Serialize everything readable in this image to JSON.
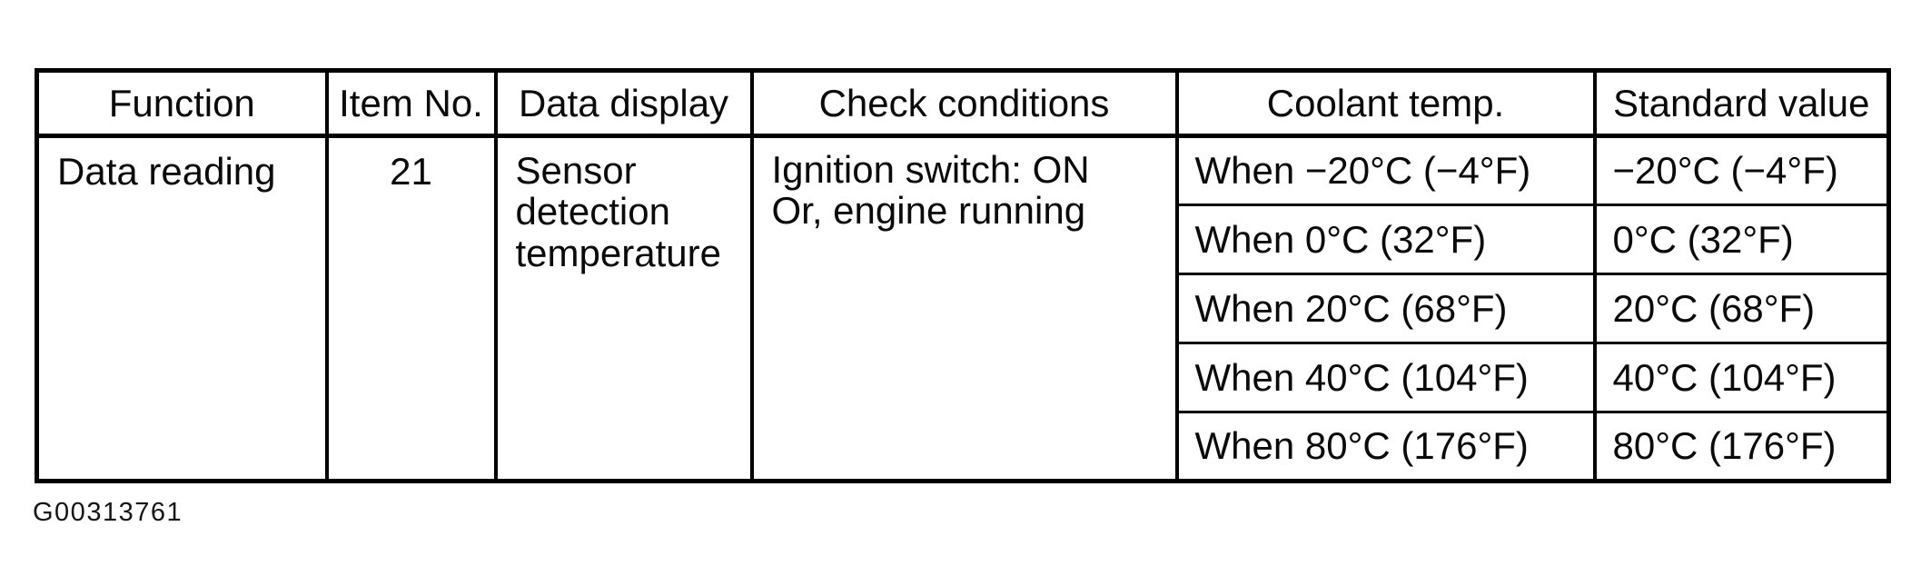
{
  "page": {
    "background": "#ffffff",
    "ink_color": "#0a0a0a",
    "border_color": "#000000"
  },
  "figure_code": "G00313761",
  "table": {
    "headers": [
      "Function",
      "Item No.",
      "Data display",
      "Check conditions",
      "Coolant temp.",
      "Standard value"
    ],
    "row": {
      "function": "Data reading",
      "item_no": "21",
      "data_display": "Sensor detection temperature",
      "check_conditions": [
        "Ignition switch: ON",
        "Or, engine running"
      ],
      "conditions": [
        {
          "coolant_temp": "When −20°C (−4°F)",
          "standard_value": "−20°C (−4°F)"
        },
        {
          "coolant_temp": "When 0°C (32°F)",
          "standard_value": "0°C (32°F)"
        },
        {
          "coolant_temp": "When 20°C (68°F)",
          "standard_value": "20°C (68°F)"
        },
        {
          "coolant_temp": "When 40°C (104°F)",
          "standard_value": "40°C (104°F)"
        },
        {
          "coolant_temp": "When 80°C (176°F)",
          "standard_value": "80°C (176°F)"
        }
      ]
    }
  }
}
